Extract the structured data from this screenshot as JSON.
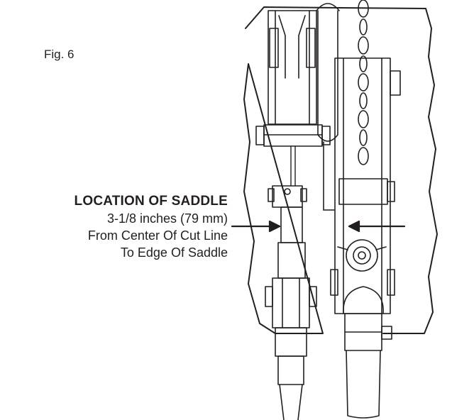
{
  "figure": {
    "label": "Fig. 6"
  },
  "callout": {
    "title": "LOCATION OF SADDLE",
    "lines": [
      "3-1/8 inches (79 mm)",
      "From Center Of Cut Line",
      "To Edge Of Saddle"
    ]
  },
  "colors": {
    "ink": "#231f20",
    "paper": "#ffffff"
  }
}
